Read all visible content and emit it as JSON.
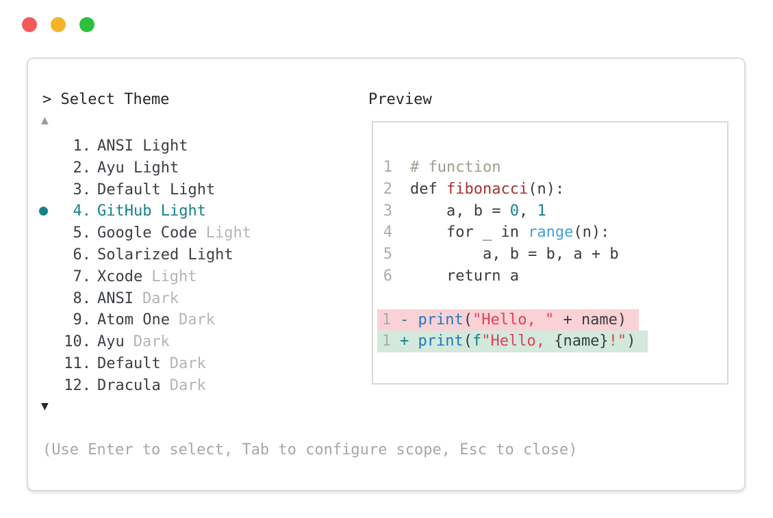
{
  "window_controls": {
    "buttons": [
      {
        "name": "close",
        "color": "#f25c58"
      },
      {
        "name": "minimize",
        "color": "#f3b42c"
      },
      {
        "name": "maximize",
        "color": "#2cc03c"
      }
    ]
  },
  "colors": {
    "accent_teal": "#17808a",
    "text_dark": "#3a3f44",
    "muted_variant": "#b3b5b8",
    "hint_gray": "#a4a7aa",
    "line_number": "#a9abae",
    "code_default": "#373c40",
    "comment": "#9aa08d",
    "function_name": "#a83230",
    "number_literal": "#17808a",
    "builtin_range": "#42a0da",
    "call_print": "#1e78c3",
    "string": "#e04058",
    "diff_sign": "#17808a",
    "fstring_prefix": "#17808a",
    "removed_bg": "#fad2d5",
    "added_bg": "#d2e9db"
  },
  "theme_selector": {
    "prompt": "> Select Theme",
    "scroll_up_symbol": "▲",
    "scroll_down_symbol": "▼",
    "items": [
      {
        "number": "1",
        "name": "ANSI Light",
        "suffix": "",
        "selected": false
      },
      {
        "number": "2",
        "name": "Ayu Light",
        "suffix": "",
        "selected": false
      },
      {
        "number": "3",
        "name": "Default Light",
        "suffix": "",
        "selected": false
      },
      {
        "number": "4",
        "name": "GitHub Light",
        "suffix": "",
        "selected": true
      },
      {
        "number": "5",
        "name": "Google Code",
        "suffix": "Light",
        "selected": false
      },
      {
        "number": "6",
        "name": "Solarized Light",
        "suffix": "",
        "selected": false
      },
      {
        "number": "7",
        "name": "Xcode",
        "suffix": "Light",
        "selected": false
      },
      {
        "number": "8",
        "name": "ANSI",
        "suffix": "Dark",
        "selected": false
      },
      {
        "number": "9",
        "name": "Atom One",
        "suffix": "Dark",
        "selected": false
      },
      {
        "number": "10",
        "name": "Ayu",
        "suffix": "Dark",
        "selected": false
      },
      {
        "number": "11",
        "name": "Default",
        "suffix": "Dark",
        "selected": false
      },
      {
        "number": "12",
        "name": "Dracula",
        "suffix": "Dark",
        "selected": false
      }
    ],
    "hint": "(Use Enter to select, Tab to configure scope, Esc to close)"
  },
  "preview": {
    "label": "Preview",
    "code_lines": [
      {
        "num": "1",
        "tokens": [
          {
            "text": "# function",
            "type": "comment"
          }
        ]
      },
      {
        "num": "2",
        "tokens": [
          {
            "text": "def ",
            "type": "code"
          },
          {
            "text": "fibonacci",
            "type": "func"
          },
          {
            "text": "(n):",
            "type": "code"
          }
        ]
      },
      {
        "num": "3",
        "tokens": [
          {
            "text": "    a, b = ",
            "type": "code"
          },
          {
            "text": "0",
            "type": "number"
          },
          {
            "text": ", ",
            "type": "code"
          },
          {
            "text": "1",
            "type": "number"
          }
        ]
      },
      {
        "num": "4",
        "tokens": [
          {
            "text": "    for _ in ",
            "type": "code"
          },
          {
            "text": "range",
            "type": "builtin"
          },
          {
            "text": "(n):",
            "type": "code"
          }
        ]
      },
      {
        "num": "5",
        "tokens": [
          {
            "text": "        a, b = b, a + b",
            "type": "code"
          }
        ]
      },
      {
        "num": "6",
        "tokens": [
          {
            "text": "    return a",
            "type": "code"
          }
        ]
      }
    ],
    "diff_lines": [
      {
        "num": "1",
        "kind": "removed",
        "tokens": [
          {
            "text": "- ",
            "type": "sign"
          },
          {
            "text": "print",
            "type": "call"
          },
          {
            "text": "(",
            "type": "code"
          },
          {
            "text": "\"Hello, \"",
            "type": "string"
          },
          {
            "text": " + name)",
            "type": "code"
          }
        ]
      },
      {
        "num": "1",
        "kind": "added",
        "tokens": [
          {
            "text": "+ ",
            "type": "sign"
          },
          {
            "text": "print",
            "type": "call"
          },
          {
            "text": "(",
            "type": "code"
          },
          {
            "text": "f",
            "type": "fprefix"
          },
          {
            "text": "\"Hello, ",
            "type": "string"
          },
          {
            "text": "{name}",
            "type": "code"
          },
          {
            "text": "!\"",
            "type": "string"
          },
          {
            "text": ")",
            "type": "code"
          }
        ]
      }
    ]
  }
}
